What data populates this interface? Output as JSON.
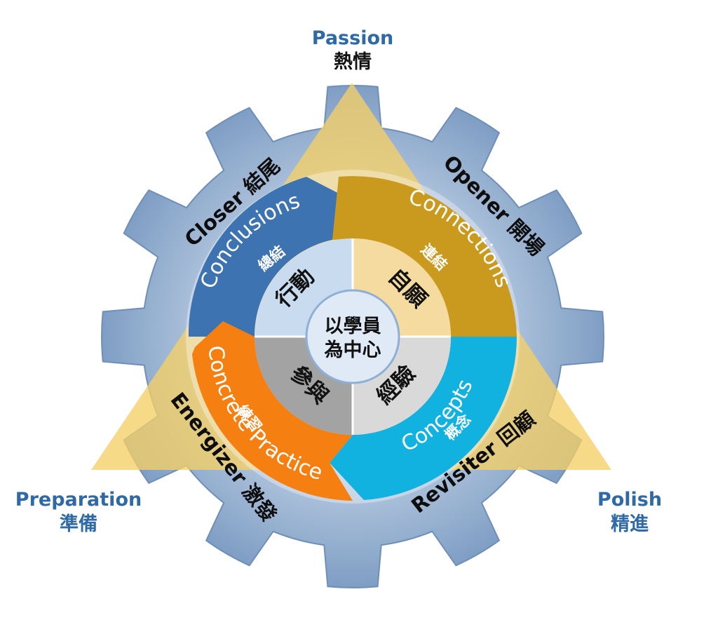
{
  "corners": {
    "top": {
      "en": "Passion",
      "zh": "熱情"
    },
    "left": {
      "en": "Preparation",
      "zh": "準備"
    },
    "right": {
      "en": "Polish",
      "zh": "精進"
    }
  },
  "roles": {
    "closer": "Closer 結尾",
    "opener": "Opener 開場",
    "energizer": "Energizer 激發",
    "revisiter": "Revisiter 回顧"
  },
  "ring": {
    "conclusions": {
      "en": "Conclusions",
      "zh": "總結"
    },
    "connections": {
      "en": "Connections",
      "zh": "連結"
    },
    "practice": {
      "en": "Concrete Practice",
      "zh": "練習"
    },
    "concepts": {
      "en": "Concepts",
      "zh": "概念"
    }
  },
  "quadrants": {
    "top_left": "行動",
    "top_right": "自願",
    "bottom_left": "參與",
    "bottom_right": "經驗"
  },
  "hub": {
    "line1": "以學員",
    "line2": "為中心"
  },
  "colors": {
    "gear": "#7f9ec4",
    "triangle": "#f5cf66",
    "conclusions": "#3c73b0",
    "connections": "#c99a1e",
    "practice": "#f57f10",
    "concepts": "#12b2e0",
    "quad_top_left": "#c9dcef",
    "quad_top_right": "#f5dba0",
    "quad_bottom_left": "#a3a3a3",
    "quad_bottom_right": "#d9d9d9",
    "hub": "#dfeaf6",
    "corner_text": "#2f6aa6"
  }
}
